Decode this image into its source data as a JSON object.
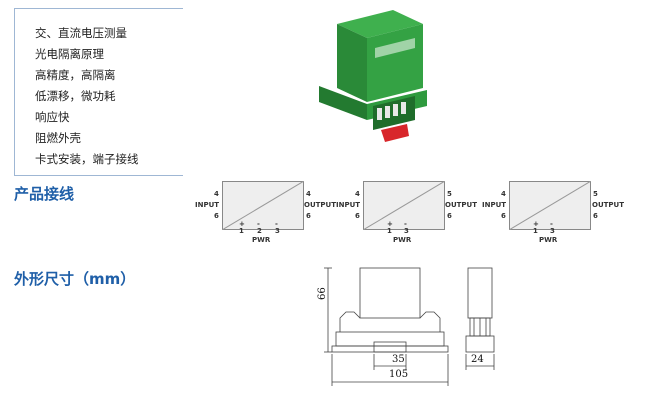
{
  "features": [
    "交、直流电压测量",
    "光电隔离原理",
    "高精度，高隔离",
    "低漂移，微功耗",
    "响应快",
    "阻燃外壳",
    "卡式安装，端子接线"
  ],
  "sections": {
    "wiring_title": "产品接线",
    "dimensions_title": "外形尺寸（mm）"
  },
  "wiring": [
    {
      "input_label": "INPUT",
      "output_label": "OUTPUT",
      "pwr_label": "PWR",
      "in_pins": [
        "4",
        "6"
      ],
      "out_pins": [
        "4",
        "6"
      ],
      "pwr_pins": [
        "1",
        "2",
        "3"
      ],
      "pwr_signs": [
        "+",
        "-",
        "-"
      ]
    },
    {
      "input_label": "INPUT",
      "output_label": "OUTPUT",
      "pwr_label": "PWR",
      "in_pins": [
        "4",
        "6"
      ],
      "out_pins": [
        "5",
        "6"
      ],
      "pwr_pins": [
        "1",
        "3"
      ],
      "pwr_signs": [
        "+",
        "-"
      ]
    },
    {
      "input_label": "INPUT",
      "output_label": "OUTPUT",
      "pwr_label": "PWR",
      "in_pins": [
        "4",
        "6"
      ],
      "out_pins": [
        "5",
        "6"
      ],
      "pwr_pins": [
        "1",
        "3"
      ],
      "pwr_signs": [
        "+",
        "-"
      ]
    }
  ],
  "dimensions": {
    "height": "66",
    "inner_width": "35",
    "width": "105",
    "depth": "24"
  },
  "colors": {
    "section_title": "#1f5fa8",
    "module_green": "#2f9e3f",
    "terminal_red": "#d8262b",
    "diagram_fill": "#eeeeee"
  }
}
